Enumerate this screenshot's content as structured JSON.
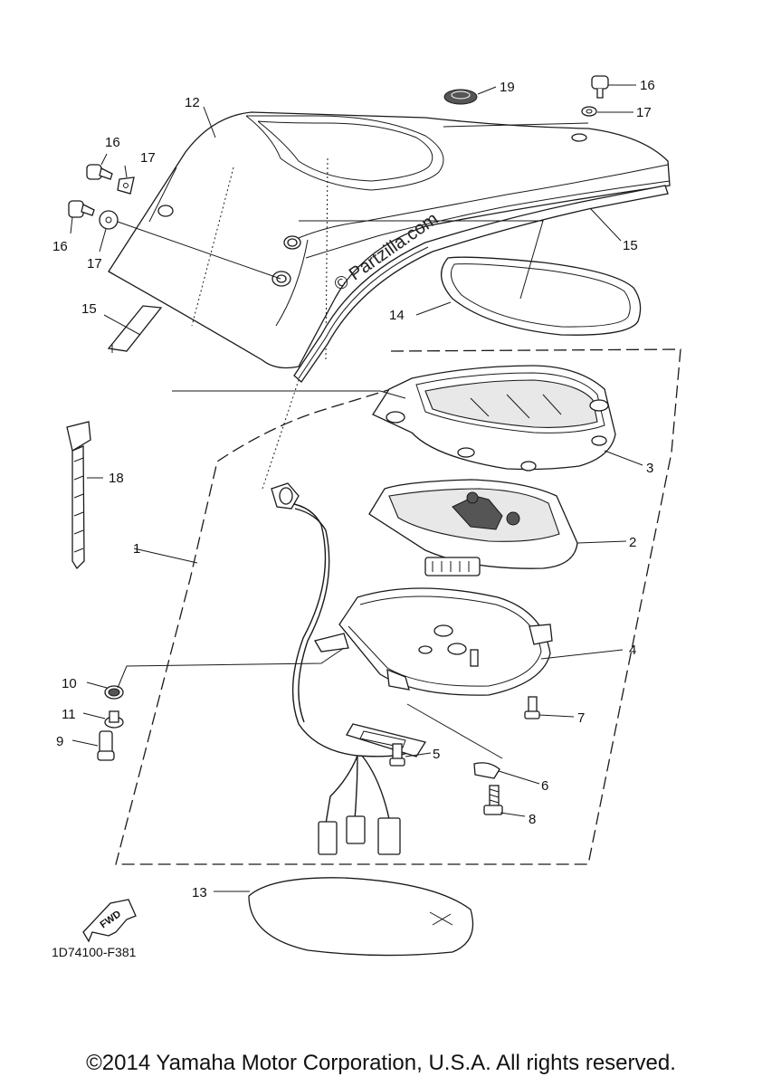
{
  "callouts": [
    "1",
    "2",
    "3",
    "4",
    "5",
    "6",
    "7",
    "8",
    "9",
    "10",
    "11",
    "12",
    "13",
    "14",
    "15",
    "16",
    "17",
    "18",
    "19"
  ],
  "watermark": "© Partzilla.com",
  "fwd_label": "FWD",
  "diagram_code": "1D74100-F381",
  "copyright": "©2014 Yamaha Motor Corporation, U.S.A. All rights reserved."
}
